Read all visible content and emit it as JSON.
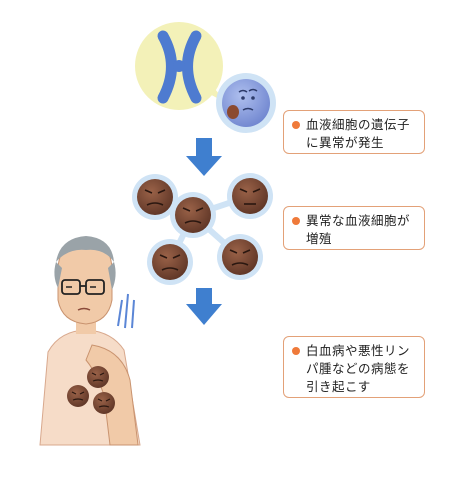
{
  "steps": [
    {
      "text": "血液細胞の遺伝子\nに異常が発生"
    },
    {
      "text": "異常な血液細胞が\n増殖"
    },
    {
      "text": "白血病や悪性リン\nパ腫などの病態を\n引き起こす"
    }
  ],
  "colors": {
    "accent": "#ef7a3a",
    "box_border": "#e3a178",
    "arrow": "#3f7fcf",
    "bubble": "#f3f1b8",
    "chromosome": "#5b86d6",
    "cell": "#7a4a36",
    "cell_halo": "#cfe3f5"
  },
  "icons": [
    "chromosome-icon",
    "abnormal-cell-icon",
    "arrow-down-icon",
    "sick-man-illustration"
  ]
}
